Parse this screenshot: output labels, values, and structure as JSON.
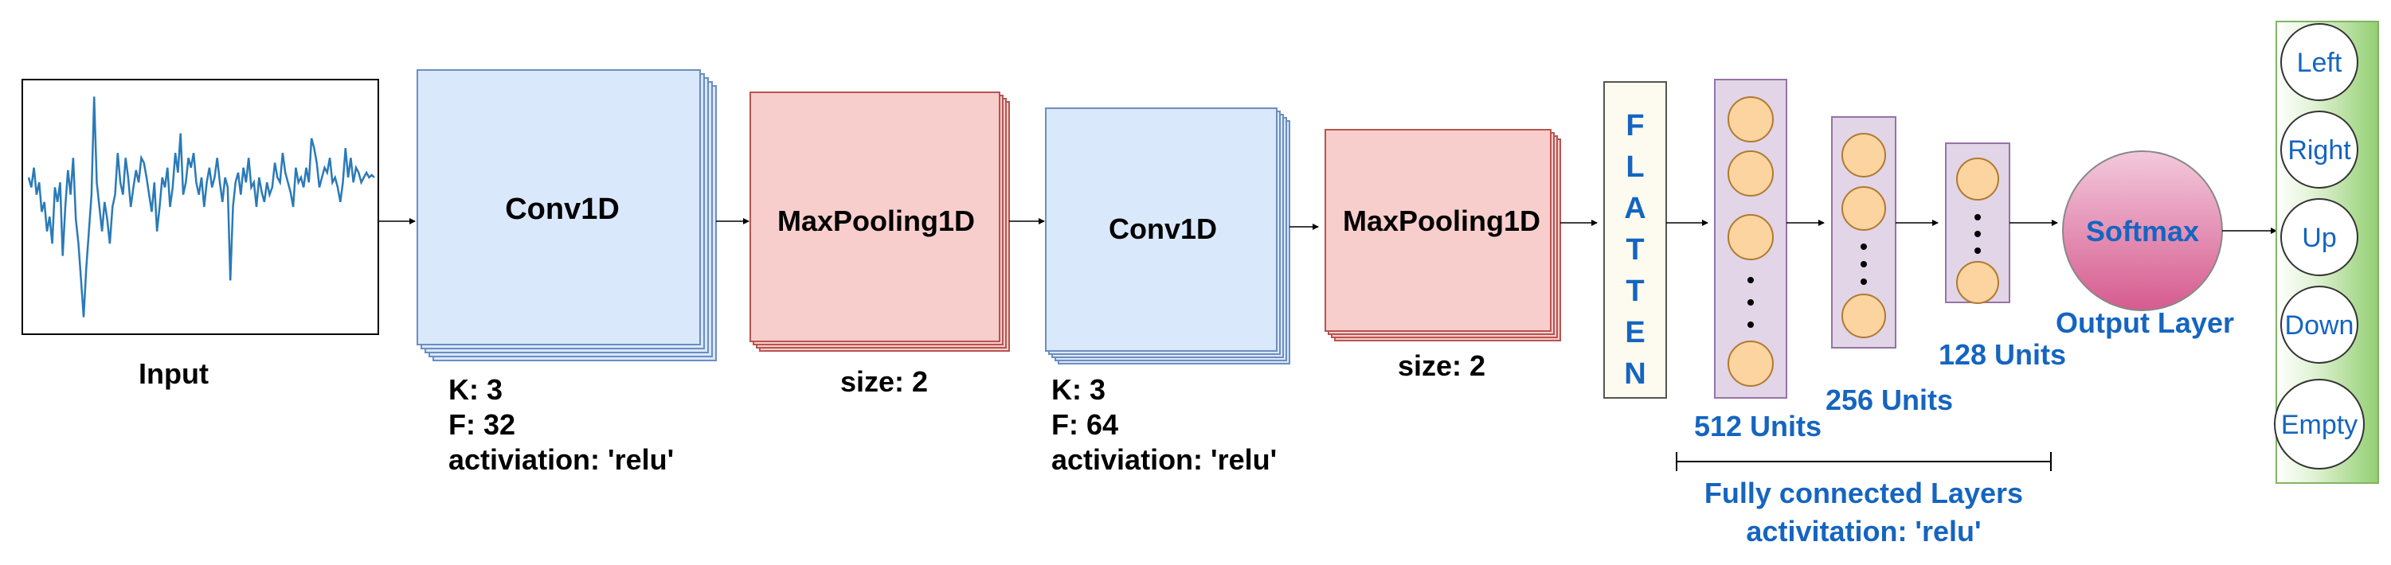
{
  "input": {
    "label": "Input",
    "signal": [
      0.62,
      0.58,
      0.66,
      0.55,
      0.6,
      0.48,
      0.52,
      0.4,
      0.46,
      0.35,
      0.58,
      0.52,
      0.6,
      0.3,
      0.5,
      0.65,
      0.55,
      0.7,
      0.45,
      0.35,
      0.2,
      0.05,
      0.25,
      0.4,
      0.55,
      0.95,
      0.6,
      0.5,
      0.4,
      0.52,
      0.45,
      0.35,
      0.5,
      0.55,
      0.72,
      0.6,
      0.55,
      0.7,
      0.62,
      0.5,
      0.58,
      0.65,
      0.6,
      0.7,
      0.68,
      0.62,
      0.55,
      0.48,
      0.6,
      0.4,
      0.5,
      0.62,
      0.58,
      0.66,
      0.5,
      0.58,
      0.72,
      0.64,
      0.8,
      0.55,
      0.6,
      0.7,
      0.66,
      0.72,
      0.6,
      0.55,
      0.62,
      0.5,
      0.6,
      0.66,
      0.58,
      0.62,
      0.7,
      0.6,
      0.52,
      0.62,
      0.58,
      0.2,
      0.5,
      0.6,
      0.64,
      0.55,
      0.66,
      0.6,
      0.7,
      0.58,
      0.6,
      0.5,
      0.62,
      0.56,
      0.52,
      0.6,
      0.55,
      0.58,
      0.68,
      0.62,
      0.6,
      0.72,
      0.64,
      0.6,
      0.56,
      0.5,
      0.66,
      0.6,
      0.62,
      0.58,
      0.66,
      0.6,
      0.78,
      0.74,
      0.68,
      0.58,
      0.62,
      0.66,
      0.64,
      0.7,
      0.6,
      0.62,
      0.58,
      0.52,
      0.6,
      0.74,
      0.62,
      0.7,
      0.6,
      0.66,
      0.64,
      0.6,
      0.62,
      0.64,
      0.62,
      0.63,
      0.62
    ]
  },
  "conv1": {
    "title": "Conv1D",
    "params": [
      "K: 3",
      "F: 32",
      "activiation: 'relu'"
    ]
  },
  "pool1": {
    "title": "MaxPooling1D",
    "param": "size: 2"
  },
  "conv2": {
    "title": "Conv1D",
    "params": [
      "K: 3",
      "F: 64",
      "activiation: 'relu'"
    ]
  },
  "pool2": {
    "title": "MaxPooling1D",
    "param": "size: 2"
  },
  "flatten": {
    "letters": [
      "F",
      "L",
      "A",
      "T",
      "T",
      "E",
      "N"
    ]
  },
  "dense": [
    {
      "label": "512 Units"
    },
    {
      "label": "256 Units"
    },
    {
      "label": "128 Units"
    }
  ],
  "fc": {
    "line1": "Fully connected Layers",
    "line2": "activitation: 'relu'"
  },
  "softmax": {
    "label": "Softmax",
    "caption": "Output Layer"
  },
  "outputs": [
    "Left",
    "Right",
    "Up",
    "Down",
    "Empty"
  ],
  "colors": {
    "conv": "#dae8fc",
    "conv_stroke": "#6c8ebf",
    "pool": "#f8cecc",
    "pool_stroke": "#b85450",
    "flatten": "#fdfaef",
    "dense_panel": "#e1d5e7",
    "neuron": "#fcd4a0",
    "accent_text": "#1565c0",
    "output_panel": "#a8d88a"
  }
}
